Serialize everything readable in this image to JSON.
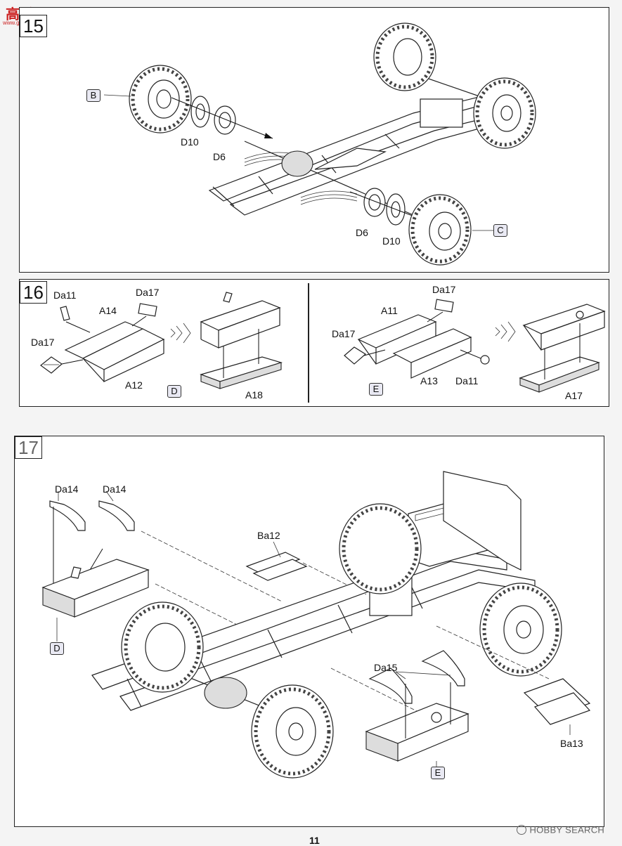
{
  "watermark": {
    "site_name": "高手网",
    "site_url": "www.gaoshou.com"
  },
  "step15": {
    "number": "15",
    "labels": {
      "d10_left": "D10",
      "d6_left": "D6",
      "d6_right": "D6",
      "d10_right": "D10"
    },
    "tags": {
      "b": "B",
      "c": "C"
    }
  },
  "step16": {
    "number": "16",
    "left": {
      "labels": {
        "da11": "Da11",
        "da17_top": "Da17",
        "a14": "A14",
        "da17_side": "Da17",
        "a12": "A12",
        "a18": "A18"
      },
      "tag": "D"
    },
    "right": {
      "labels": {
        "da17_top": "Da17",
        "a11": "A11",
        "da17_side": "Da17",
        "a13": "A13",
        "da11": "Da11",
        "a17": "A17"
      },
      "tag": "E"
    }
  },
  "step17": {
    "number": "17",
    "labels": {
      "da14_a": "Da14",
      "da14_b": "Da14",
      "ba12": "Ba12",
      "da15": "Da15",
      "ba13": "Ba13"
    },
    "tags": {
      "d": "D",
      "e": "E"
    }
  },
  "footer": {
    "page_number": "11",
    "brand": "HOBBY SEARCH"
  }
}
